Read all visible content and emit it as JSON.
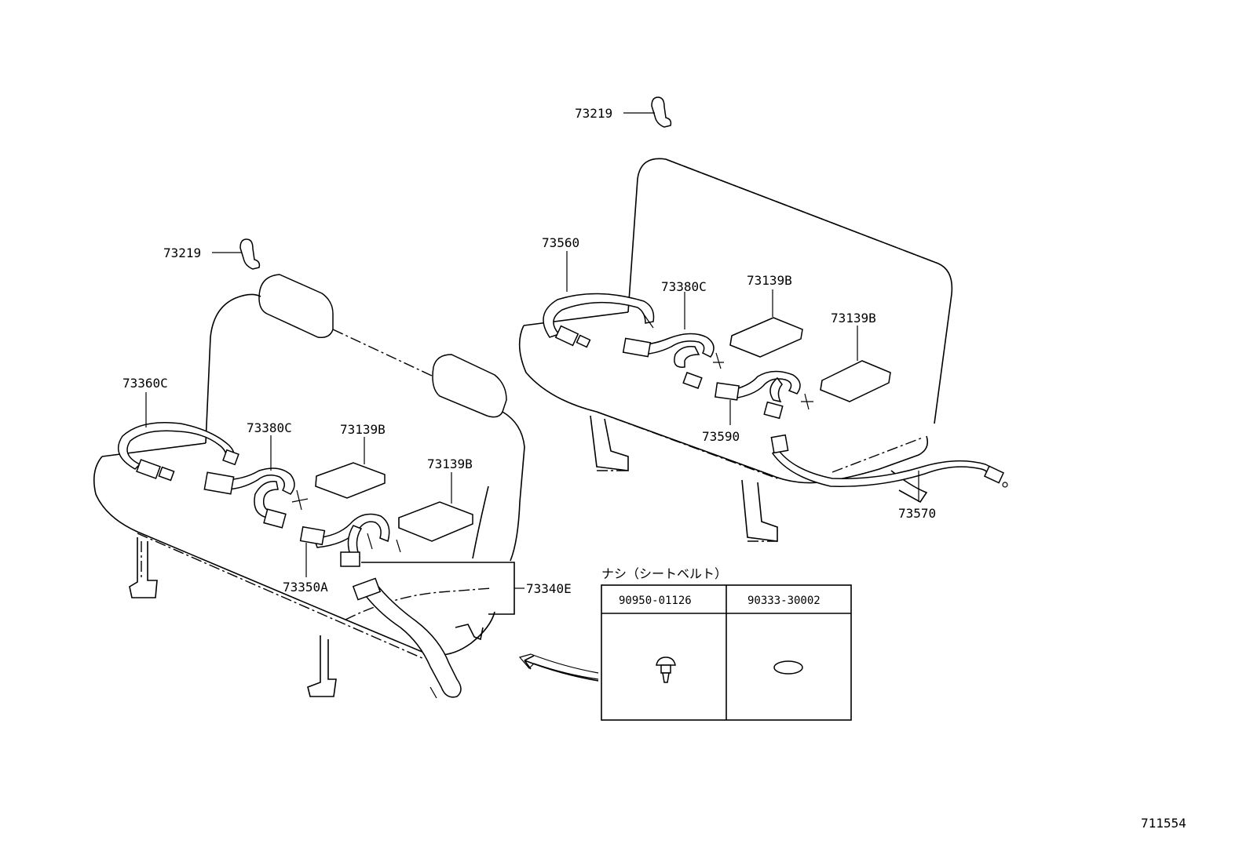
{
  "labels": {
    "clip_top": "73219",
    "clip_left": "73219",
    "belt_73360c": "73360C",
    "belt_73380c_front": "73380C",
    "pad_73139b_front_1": "73139B",
    "pad_73139b_front_2": "73139B",
    "belt_73350a": "73350A",
    "belt_73340e": "73340E",
    "belt_73560": "73560",
    "belt_73380c_rear": "73380C",
    "pad_73139b_rear_1": "73139B",
    "pad_73139b_rear_2": "73139B",
    "belt_73590": "73590",
    "belt_73570": "73570"
  },
  "inset": {
    "title": "ナシ（シートベルト）",
    "col1_part": "90950-01126",
    "col2_part": "90333-30002"
  },
  "diagram_number": "711554"
}
